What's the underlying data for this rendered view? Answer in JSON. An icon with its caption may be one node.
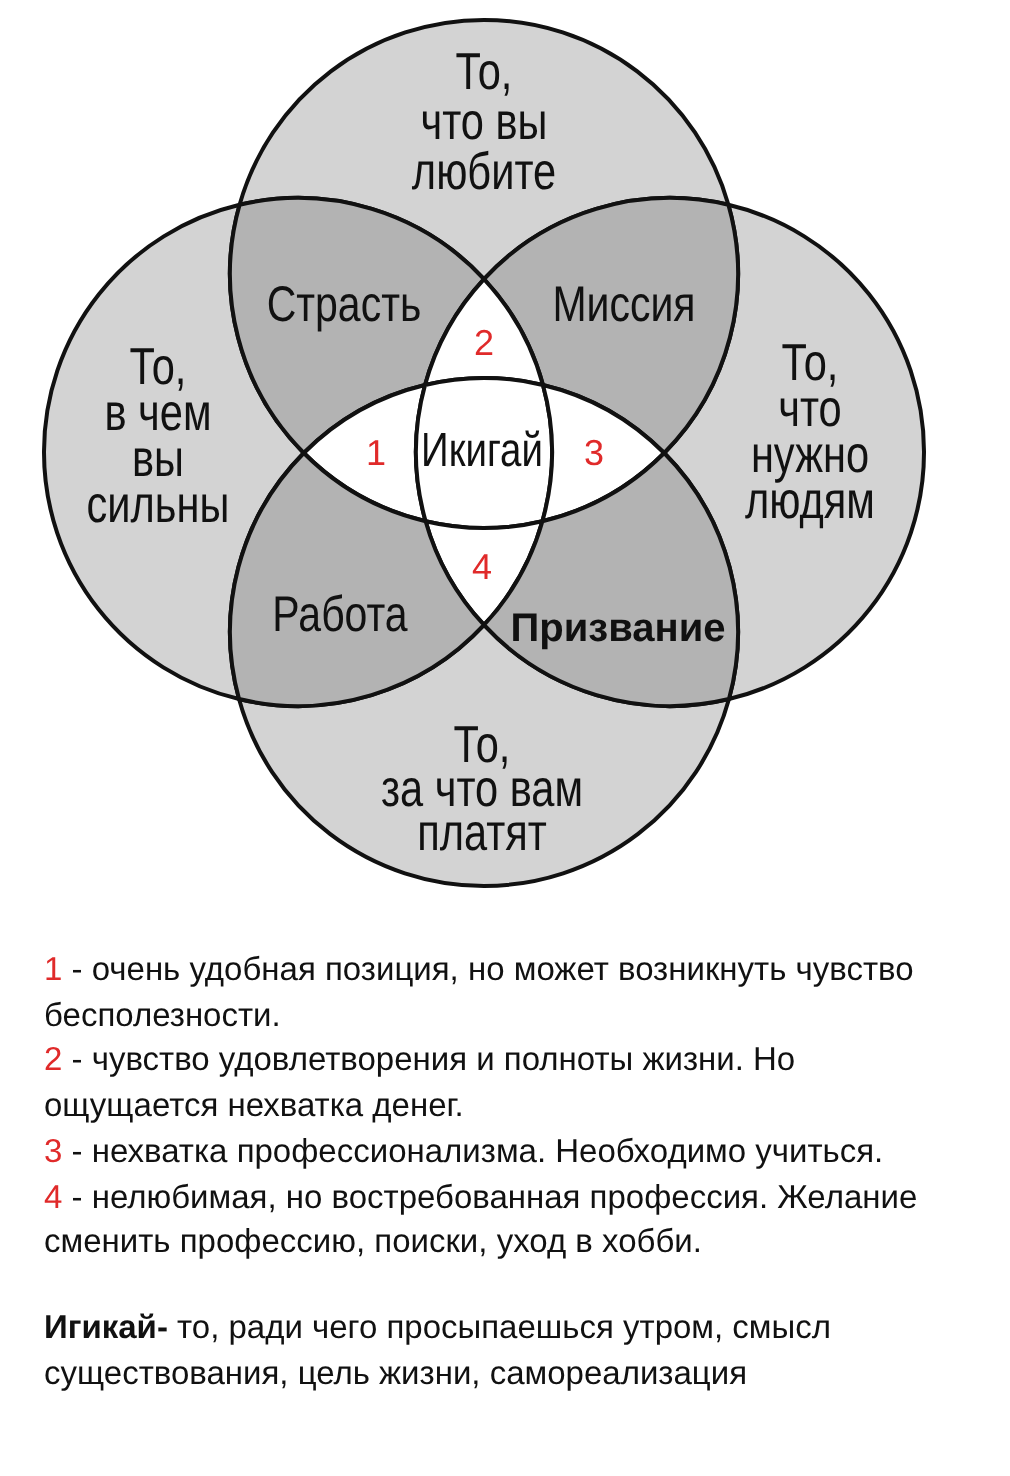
{
  "diagram": {
    "nodes": [
      {
        "text": [
          "То, что вы любите"
        ]
      },
      {
        "text": [
          "То, в чем вы сильны"
        ]
      },
      {
        "text": [
          "То, что нужно людям"
        ]
      },
      {
        "text": [
          "То, за что вам платят"
        ]
      },
      {
        "text": [
          "Страсть"
        ]
      },
      {
        "text": [
          "Миссия"
        ]
      },
      {
        "text": [
          "2"
        ]
      },
      {
        "text": [
          "1"
        ]
      },
      {
        "text": [
          "Икигай"
        ]
      },
      {
        "text": [
          "3"
        ]
      },
      {
        "text": [
          "4"
        ]
      },
      {
        "text": [
          "Работа"
        ]
      },
      {
        "text": [
          "Призвание"
        ]
      }
    ],
    "labels": [
      "1 - очень удобная позиция, но может возникнуть чувство бесполезности.",
      "2 - чувство удовлетворения и полноты жизни. Но ощущается нехватка денег.",
      "3 - нехватка профессионализма. Необходимо учиться.",
      "4 - нелюбимая, но востребованная профессия. Желание сменить профессию, поиски, уход в хобби.",
      "**Игикай-** то, ради чего просыпаешься утром, смысл существования, цель жизни, самореализация"
    ]
  }
}
